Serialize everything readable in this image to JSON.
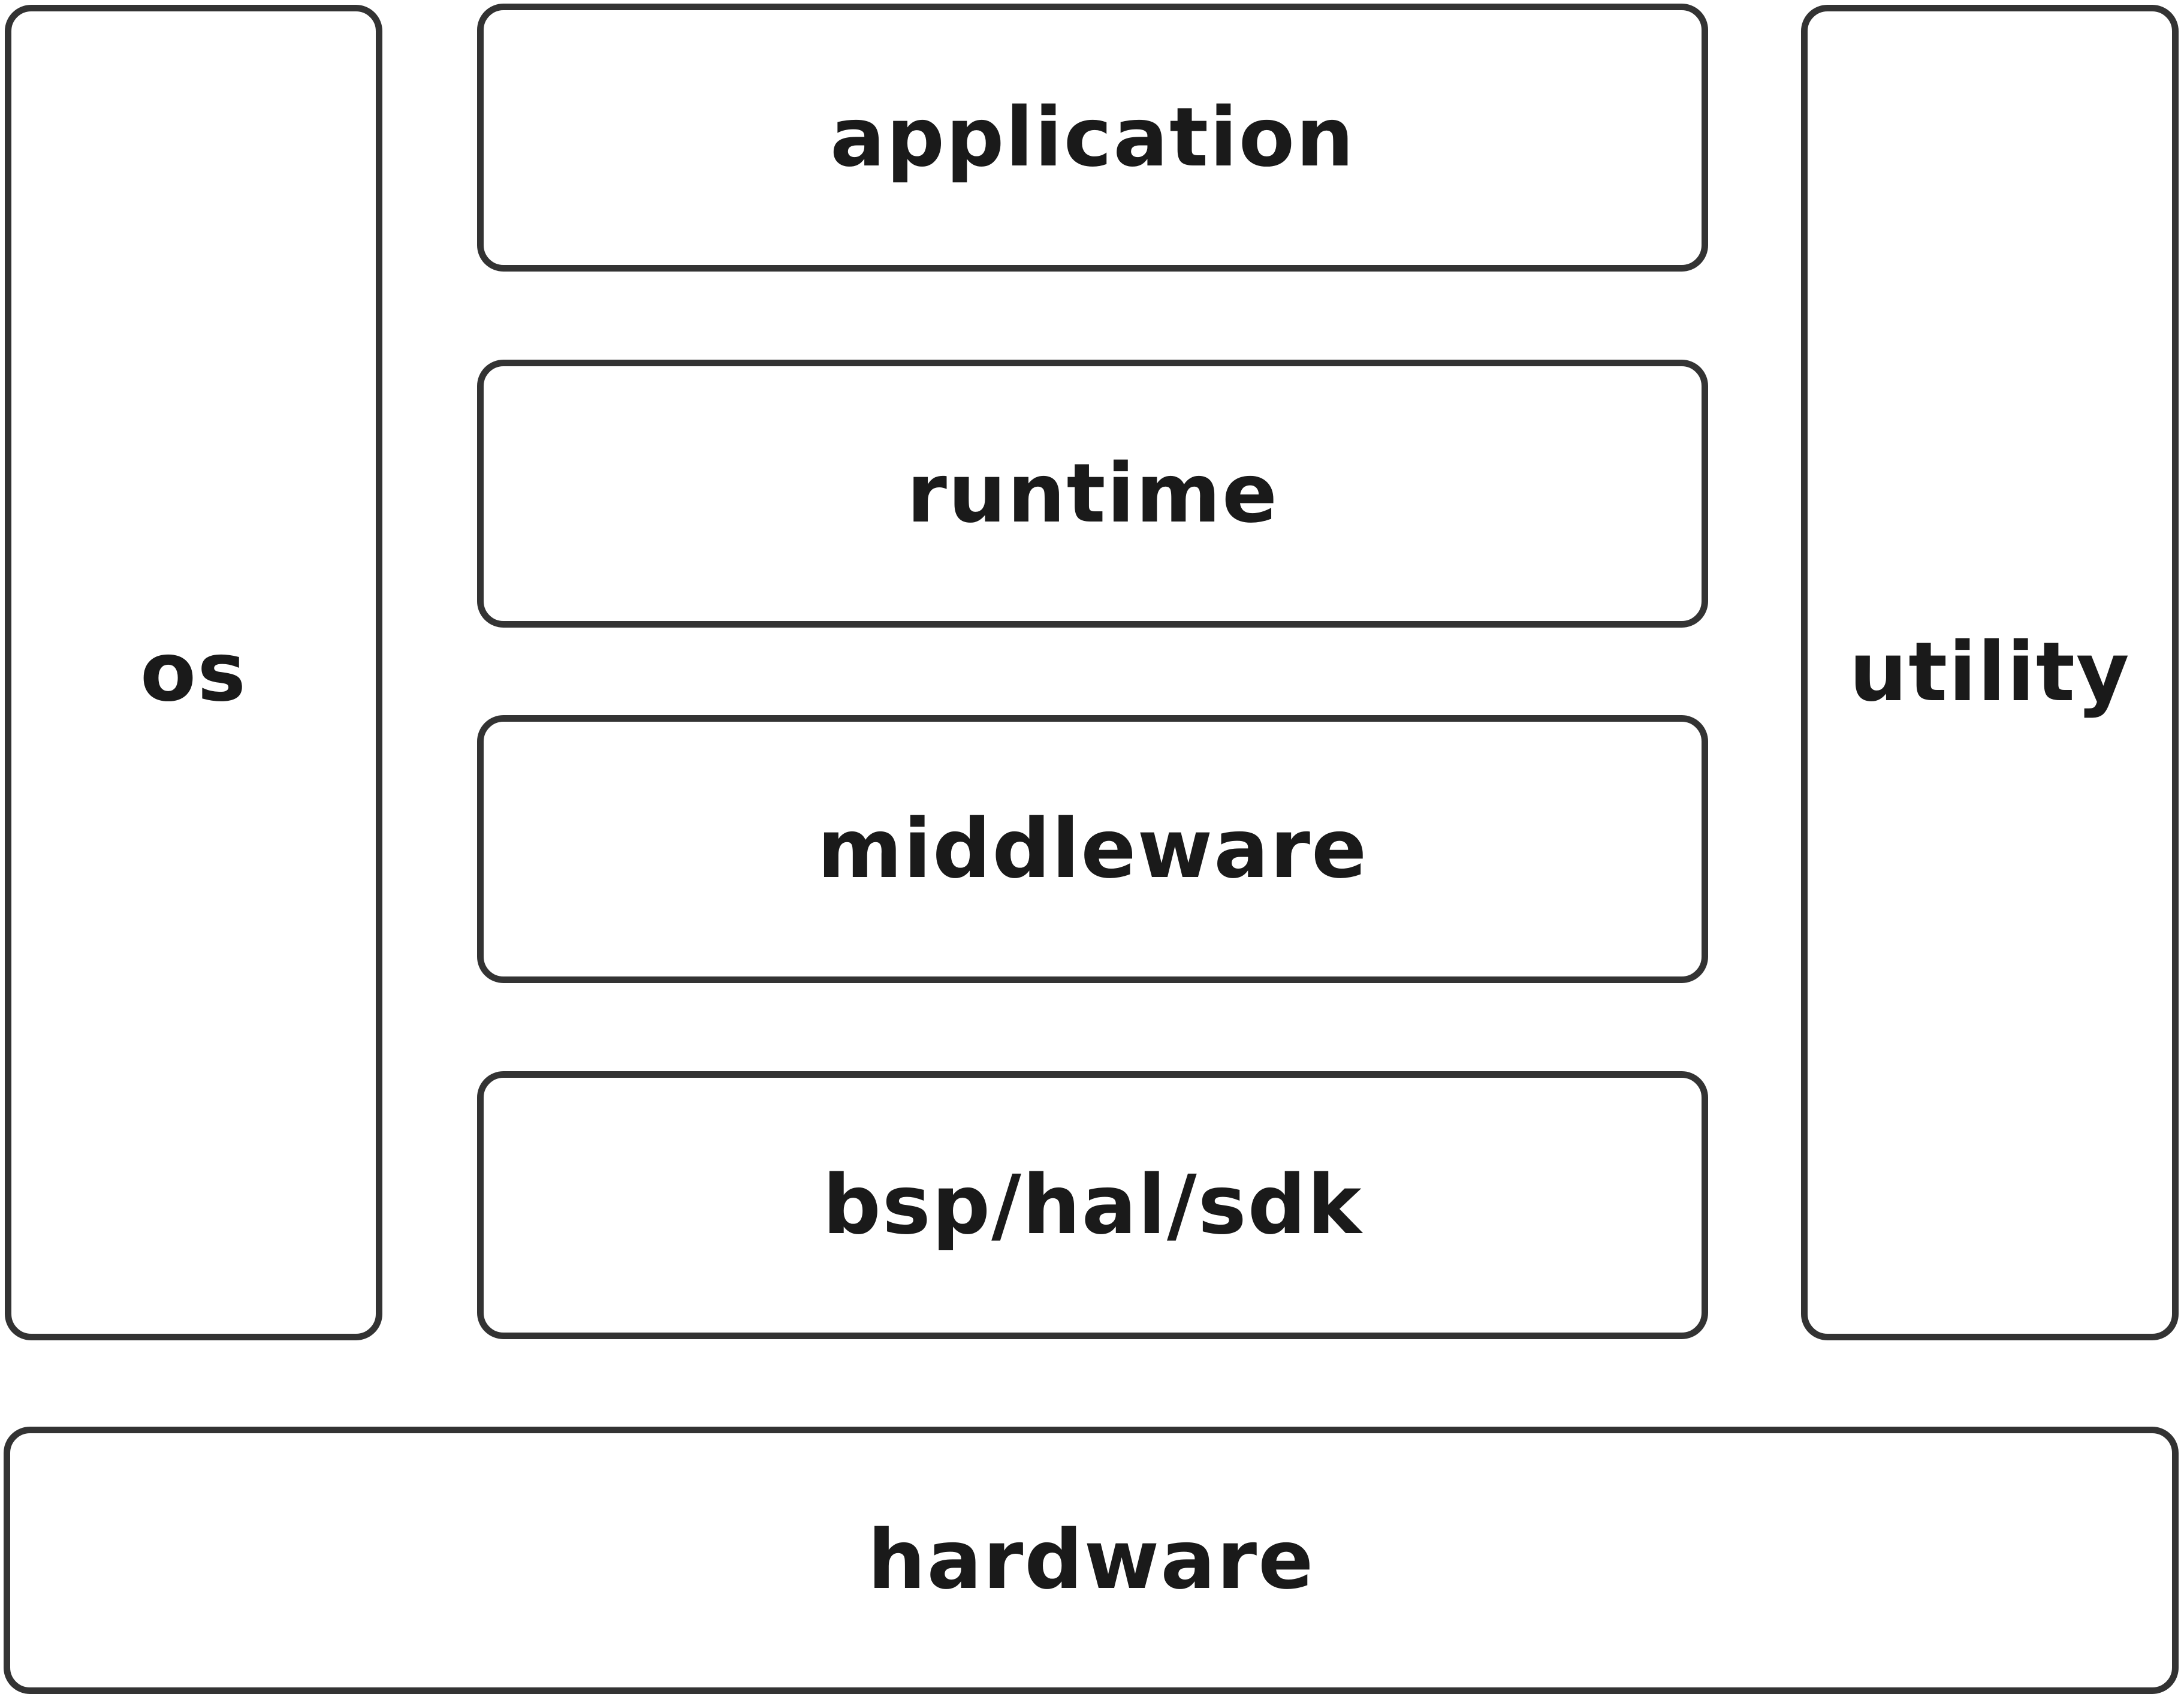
{
  "diagram": {
    "os": {
      "label": "os"
    },
    "utility": {
      "label": "utility"
    },
    "layers": [
      {
        "label": "application"
      },
      {
        "label": "runtime"
      },
      {
        "label": "middleware"
      },
      {
        "label": "bsp/hal/sdk"
      }
    ],
    "hardware": {
      "label": "hardware"
    }
  },
  "colors": {
    "border": "#333333",
    "text": "#1a1a1a",
    "background": "#ffffff"
  }
}
